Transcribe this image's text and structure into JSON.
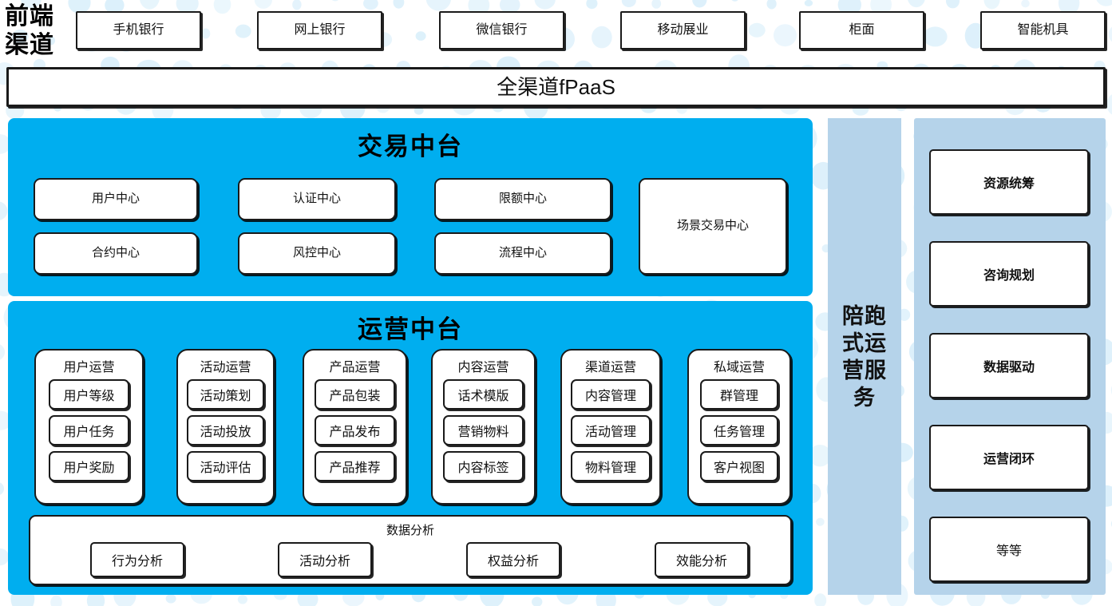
{
  "theme": {
    "cyan": "#00AEEF",
    "light_blue_panel": "#B5D3EA",
    "dot_color": "#DCF0FB",
    "card_border": "#1a1a1a",
    "page_background": "#FFFFFF"
  },
  "front_channel": {
    "label_line1": "前端",
    "label_line2": "渠道",
    "channels": [
      {
        "label": "手机银行"
      },
      {
        "label": "网上银行"
      },
      {
        "label": "微信银行"
      },
      {
        "label": "移动展业"
      },
      {
        "label": "柜面"
      },
      {
        "label": "智能机具"
      }
    ]
  },
  "fpaas_bar": {
    "label": "全渠道fPaaS"
  },
  "trade_platform": {
    "title": "交易中台",
    "boxes": [
      {
        "label": "用户中心"
      },
      {
        "label": "认证中心"
      },
      {
        "label": "限额中心"
      },
      {
        "label": "合约中心"
      },
      {
        "label": "风控中心"
      },
      {
        "label": "流程中心"
      }
    ],
    "wide_box": {
      "label": "场景交易中心"
    }
  },
  "ops_platform": {
    "title": "运营中台",
    "columns": [
      {
        "title": "用户运营",
        "items": [
          "用户等级",
          "用户任务",
          "用户奖励"
        ]
      },
      {
        "title": "活动运营",
        "items": [
          "活动策划",
          "活动投放",
          "活动评估"
        ]
      },
      {
        "title": "产品运营",
        "items": [
          "产品包装",
          "产品发布",
          "产品推荐"
        ]
      },
      {
        "title": "内容运营",
        "items": [
          "话术模版",
          "营销物料",
          "内容标签"
        ]
      },
      {
        "title": "渠道运营",
        "items": [
          "内容管理",
          "活动管理",
          "物料管理"
        ]
      },
      {
        "title": "私域运营",
        "items": [
          "群管理",
          "任务管理",
          "客户视图"
        ]
      }
    ],
    "data_analysis": {
      "title": "数据分析",
      "items": [
        "行为分析",
        "活动分析",
        "权益分析",
        "效能分析"
      ]
    }
  },
  "service_strip": {
    "text": "陪跑式运营服务",
    "lines": [
      "陪跑",
      "式运",
      "营服",
      "务"
    ]
  },
  "capability_panel": {
    "boxes": [
      {
        "label": "资源统筹",
        "bold": true
      },
      {
        "label": "咨询规划",
        "bold": true
      },
      {
        "label": "数据驱动",
        "bold": true
      },
      {
        "label": "运营闭环",
        "bold": true
      },
      {
        "label": "等等",
        "bold": false
      }
    ]
  }
}
